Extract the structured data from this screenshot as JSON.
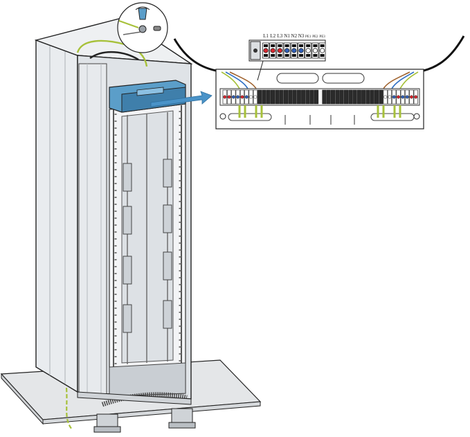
{
  "terminal_labels": [
    "L1",
    "L2",
    "L3",
    "N1",
    "N2",
    "N3",
    "PE1",
    "PE2",
    "PE3"
  ],
  "colors": {
    "background": "#ffffff",
    "outline": "#222222",
    "cabinet_panel": "#e9ecef",
    "cabinet_shadow": "#c7ccd1",
    "distribution_box": "#5b9ec9",
    "distribution_box_dark": "#3f7fab",
    "arrow": "#4a93c8",
    "terminal_red": "#d9262e",
    "terminal_blue": "#2f5fb8",
    "wire_yellow_green": "#a7c13a",
    "wire_brown": "#a0622d",
    "wire_blue": "#2f6fc4",
    "wire_grey": "#888888",
    "wire_black": "#111111",
    "floor": "#e4e6e8"
  },
  "icons": [
    "ground-wire-icon",
    "screwdriver-icon",
    "cable-tie-icon",
    "arrow-right-icon"
  ]
}
